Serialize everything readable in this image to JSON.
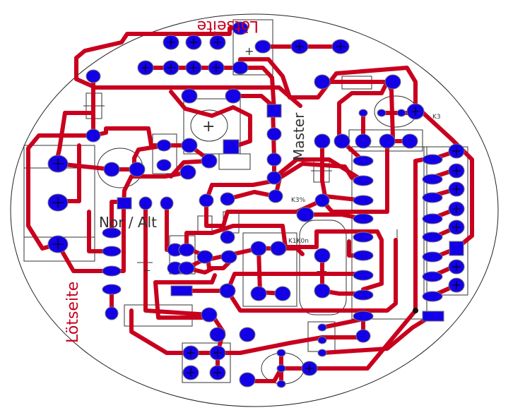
{
  "board": {
    "labels": {
      "top_solder_side": "Lötseite",
      "left_solder_side": "Lötseite",
      "master": "Master",
      "nor_alt": "Nor / Alt",
      "k3": "K3",
      "k2": "K3%",
      "k1": "K1K0n"
    }
  },
  "colors": {
    "background": "#ffffff",
    "trace": "#c8001e",
    "pad": "#1400e6",
    "silkscreen": "#333333",
    "label": "#c8001e"
  }
}
